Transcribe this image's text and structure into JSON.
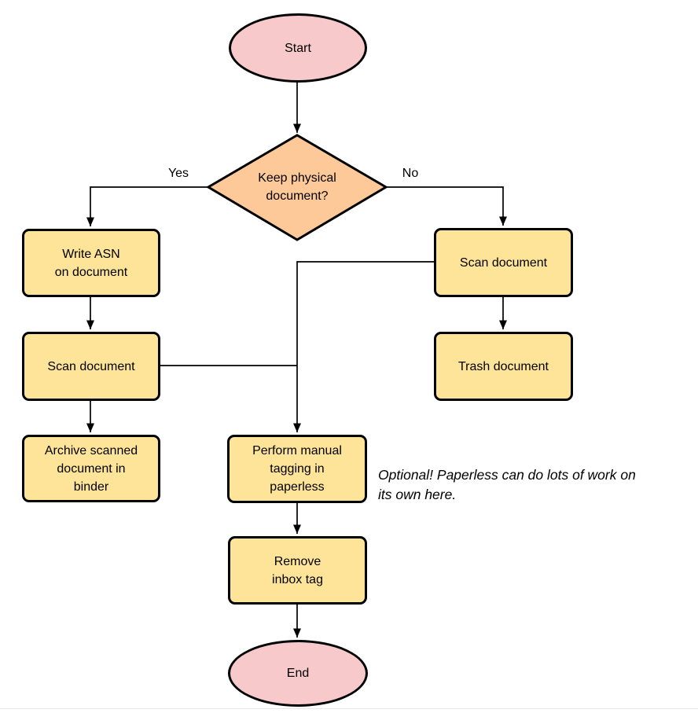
{
  "diagram": {
    "nodes": {
      "start": {
        "type": "terminal",
        "label": "Start"
      },
      "decision": {
        "type": "decision",
        "label": "Keep physical\ndocument?"
      },
      "write_asn": {
        "type": "process",
        "label": "Write ASN\non document"
      },
      "scan_left": {
        "type": "process",
        "label": "Scan document"
      },
      "archive": {
        "type": "process",
        "label": "Archive scanned\ndocument in\nbinder"
      },
      "scan_right": {
        "type": "process",
        "label": "Scan document"
      },
      "trash": {
        "type": "process",
        "label": "Trash document"
      },
      "tagging": {
        "type": "process",
        "label": "Perform manual\ntagging in\npaperless"
      },
      "remove_inbox": {
        "type": "process",
        "label": "Remove\ninbox tag"
      },
      "end": {
        "type": "terminal",
        "label": "End"
      }
    },
    "edge_labels": {
      "yes": "Yes",
      "no": "No"
    },
    "annotation": "Optional! Paperless can do lots of work on\nits own here.",
    "colors": {
      "terminal_fill": "#f7c9cb",
      "decision_fill": "#fdc998",
      "process_fill": "#fde499",
      "stroke": "#000000",
      "text": "#000000",
      "background": "#ffffff",
      "footer_line": "#e6e9ec"
    }
  }
}
